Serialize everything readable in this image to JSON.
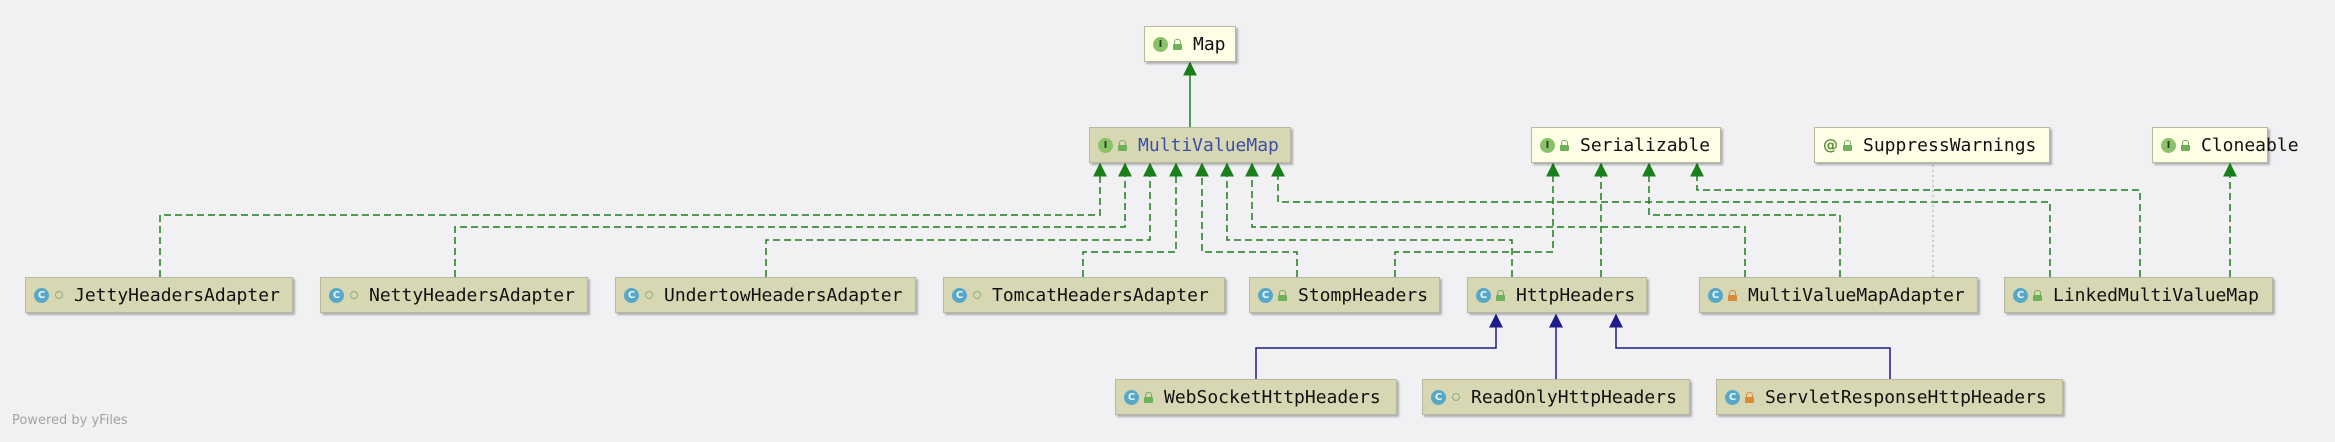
{
  "diagram": {
    "nodes": {
      "map": {
        "label": "Map",
        "kind": "interface",
        "badge": "I",
        "visibility": "public"
      },
      "multivaluemap": {
        "label": "MultiValueMap",
        "kind": "interface",
        "badge": "I",
        "visibility": "public"
      },
      "serializable": {
        "label": "Serializable",
        "kind": "interface",
        "badge": "I",
        "visibility": "public"
      },
      "suppresswarnings": {
        "label": "SuppressWarnings",
        "kind": "annotation",
        "badge": "@",
        "visibility": "public"
      },
      "cloneable": {
        "label": "Cloneable",
        "kind": "interface",
        "badge": "I",
        "visibility": "public"
      },
      "jetty": {
        "label": "JettyHeadersAdapter",
        "kind": "class",
        "badge": "C",
        "visibility": "package"
      },
      "netty": {
        "label": "NettyHeadersAdapter",
        "kind": "class",
        "badge": "C",
        "visibility": "package"
      },
      "undertow": {
        "label": "UndertowHeadersAdapter",
        "kind": "class",
        "badge": "C",
        "visibility": "package"
      },
      "tomcat": {
        "label": "TomcatHeadersAdapter",
        "kind": "class",
        "badge": "C",
        "visibility": "package"
      },
      "stomp": {
        "label": "StompHeaders",
        "kind": "class",
        "badge": "C",
        "visibility": "public"
      },
      "httpheaders": {
        "label": "HttpHeaders",
        "kind": "class",
        "badge": "C",
        "visibility": "public"
      },
      "mvmadapter": {
        "label": "MultiValueMapAdapter",
        "kind": "class",
        "badge": "C",
        "visibility": "private"
      },
      "linkedmvm": {
        "label": "LinkedMultiValueMap",
        "kind": "class",
        "badge": "C",
        "visibility": "public"
      },
      "websocket": {
        "label": "WebSocketHttpHeaders",
        "kind": "class",
        "badge": "C",
        "visibility": "public"
      },
      "readonly": {
        "label": "ReadOnlyHttpHeaders",
        "kind": "class",
        "badge": "C",
        "visibility": "package"
      },
      "servletresponse": {
        "label": "ServletResponseHttpHeaders",
        "kind": "class",
        "badge": "C",
        "visibility": "private"
      }
    },
    "edges": [
      {
        "from": "multivaluemap",
        "to": "map",
        "type": "extends"
      },
      {
        "from": "jetty",
        "to": "multivaluemap",
        "type": "implements"
      },
      {
        "from": "netty",
        "to": "multivaluemap",
        "type": "implements"
      },
      {
        "from": "undertow",
        "to": "multivaluemap",
        "type": "implements"
      },
      {
        "from": "tomcat",
        "to": "multivaluemap",
        "type": "implements"
      },
      {
        "from": "stomp",
        "to": "multivaluemap",
        "type": "implements"
      },
      {
        "from": "httpheaders",
        "to": "multivaluemap",
        "type": "implements"
      },
      {
        "from": "mvmadapter",
        "to": "multivaluemap",
        "type": "implements"
      },
      {
        "from": "linkedmvm",
        "to": "multivaluemap",
        "type": "implements"
      },
      {
        "from": "stomp",
        "to": "serializable",
        "type": "implements"
      },
      {
        "from": "httpheaders",
        "to": "serializable",
        "type": "implements"
      },
      {
        "from": "mvmadapter",
        "to": "serializable",
        "type": "implements"
      },
      {
        "from": "linkedmvm",
        "to": "serializable",
        "type": "implements"
      },
      {
        "from": "linkedmvm",
        "to": "cloneable",
        "type": "implements"
      },
      {
        "from": "mvmadapter",
        "to": "suppresswarnings",
        "type": "annotated"
      },
      {
        "from": "websocket",
        "to": "httpheaders",
        "type": "extends"
      },
      {
        "from": "readonly",
        "to": "httpheaders",
        "type": "extends"
      },
      {
        "from": "servletresponse",
        "to": "httpheaders",
        "type": "extends"
      }
    ],
    "colors": {
      "implements": "#1a7f1a",
      "extends_interface": "#1a7f1a",
      "extends_class": "#1c1c8c",
      "annotation": "#a8c3a8"
    }
  },
  "footer": "Powered by yFiles"
}
